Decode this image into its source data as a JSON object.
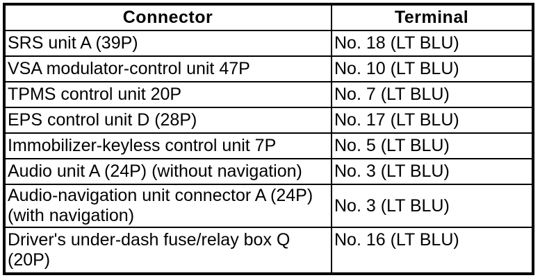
{
  "table": {
    "headers": {
      "connector": "Connector",
      "terminal": "Terminal"
    },
    "rows": [
      {
        "connector": "SRS unit A (39P)",
        "terminal": "No. 18 (LT BLU)"
      },
      {
        "connector": "VSA modulator-control unit 47P",
        "terminal": "No. 10 (LT BLU)"
      },
      {
        "connector": "TPMS control unit 20P",
        "terminal": "No. 7 (LT BLU)"
      },
      {
        "connector": "EPS control unit D (28P)",
        "terminal": "No. 17 (LT BLU)"
      },
      {
        "connector": "Immobilizer-keyless control unit 7P",
        "terminal": "No. 5 (LT BLU)"
      },
      {
        "connector": "Audio unit A (24P) (without navigation)",
        "terminal": "No. 3 (LT BLU)"
      },
      {
        "connector": "Audio-navigation unit connector A (24P) (with navigation)",
        "terminal": "No. 3 (LT BLU)"
      },
      {
        "connector": "Driver's under-dash fuse/relay box Q (20P)",
        "terminal": "No. 16 (LT BLU)"
      }
    ],
    "colors": {
      "border": "#000000",
      "background": "#ffffff",
      "text": "#000000"
    }
  }
}
